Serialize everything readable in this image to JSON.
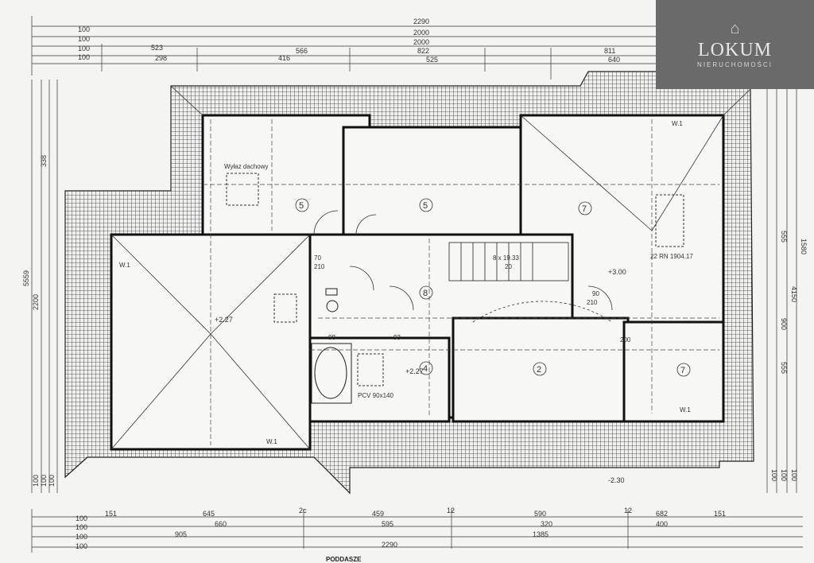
{
  "dims_top": {
    "overall": "2290",
    "r1": "2000",
    "r2": "2000",
    "r3": [
      "523",
      "566",
      "822",
      "811"
    ],
    "r4": [
      "298",
      "416",
      "525",
      "640"
    ],
    "small": [
      "100",
      "100",
      "100",
      "100"
    ]
  },
  "dims_bottom": {
    "r1": [
      "151",
      "645",
      "2c",
      "459",
      "12",
      "590",
      "12",
      "682",
      "151"
    ],
    "r2": [
      "660",
      "595",
      "320",
      "400"
    ],
    "r3": [
      "905",
      "1385"
    ],
    "overall": "2290",
    "small": [
      "100",
      "100",
      "100",
      "100"
    ]
  },
  "dims_left": [
    "5559",
    "2200",
    "338",
    "100",
    "100",
    "100"
  ],
  "dims_right": [
    "1580",
    "4150",
    "555",
    "900",
    "555",
    "100",
    "100",
    "100"
  ],
  "rooms": [
    "5",
    "5",
    "7",
    "8",
    "4",
    "2",
    "7"
  ],
  "labels": {
    "w1": "W.1",
    "wyloz": "Wyłaz dachowy",
    "pcv": "PCV 90x140",
    "stairs": "8 x 19.33",
    "stairs2": "20",
    "level1": "+3.00",
    "level2": "+2.27",
    "level3": "+2.27",
    "rn": "22 RN 1904.17",
    "dim90": "90",
    "dim210": "210",
    "dim93": "93",
    "dim98": "98",
    "dim70": "70",
    "dim200": "200",
    "dim_b": "-2.30"
  },
  "brand": {
    "name": "LOKUM",
    "sub": "NIERUCHOMOŚCI"
  },
  "footer": "PODDASZE"
}
